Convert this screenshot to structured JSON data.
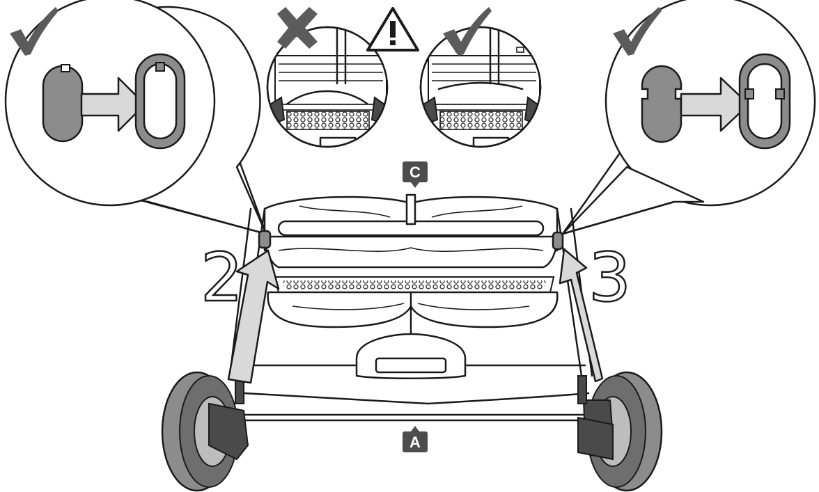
{
  "callouts": {
    "a": "A",
    "c": "C"
  },
  "steps": {
    "left": "2",
    "right": "3"
  },
  "icons": [
    "checkmark-icon",
    "cross-icon",
    "warning-icon"
  ],
  "colors": {
    "line": "#1a1a1a",
    "slot_fill": "#8c8c8c",
    "arrow_fill": "#d9d9d9",
    "tag_fill": "#4d4d4d",
    "check_fill": "#5b5b5b"
  }
}
